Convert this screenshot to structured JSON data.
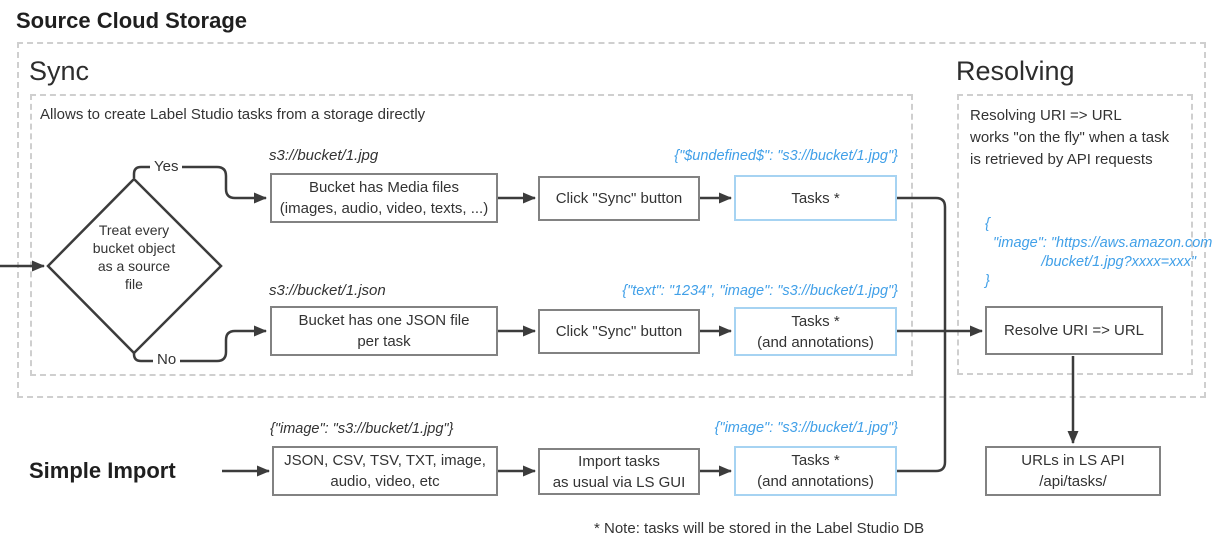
{
  "title": "Source Cloud Storage",
  "note": "* Note: tasks will be stored in the Label Studio DB",
  "colors": {
    "line": "#3c3c3c",
    "box_border": "#828282",
    "blue_border": "#a6d3f2",
    "blue_text": "#41a0e8",
    "dash": "#cfcfcf",
    "text": "#333333",
    "heading": "#2d2d2d"
  },
  "sync": {
    "heading": "Sync",
    "description": "Allows to create Label Studio tasks from a storage directly",
    "decision_text": "Treat every\nbucket object\nas a source\nfile",
    "yes_label": "Yes",
    "no_label": "No",
    "media_row": {
      "uri_label": "s3://bucket/1.jpg",
      "bucket_box": "Bucket has Media files\n(images, audio, video, texts, ...)",
      "action_box": "Click \"Sync\" button",
      "task_json": "{\"$undefined$\": \"s3://bucket/1.jpg\"}",
      "tasks_box": "Tasks *"
    },
    "json_row": {
      "uri_label": "s3://bucket/1.json",
      "bucket_box": "Bucket has one JSON file\nper task",
      "action_box": "Click \"Sync\" button",
      "task_json": "{\"text\": \"1234\", \"image\": \"s3://bucket/1.jpg\"}",
      "tasks_box": "Tasks *\n(and annotations)"
    }
  },
  "simple_import": {
    "heading": "Simple Import",
    "input_json": "{\"image\": \"s3://bucket/1.jpg\"}",
    "formats_box": "JSON, CSV, TSV, TXT, image,\naudio, video, etc",
    "action_box": "Import tasks\nas usual via LS GUI",
    "task_json": "{\"image\": \"s3://bucket/1.jpg\"}",
    "tasks_box": "Tasks *\n(and annotations)"
  },
  "resolving": {
    "heading": "Resolving",
    "description": "Resolving URI => URL\nworks \"on the fly\" when a task\nis retrieved by API requests",
    "resolved_json": "{\n  \"image\": \"https://aws.amazon.com\n              /bucket/1.jpg?xxxx=xxx\"\n}",
    "resolve_box": "Resolve URI => URL",
    "urls_box": "URLs in LS API\n/api/tasks/"
  }
}
